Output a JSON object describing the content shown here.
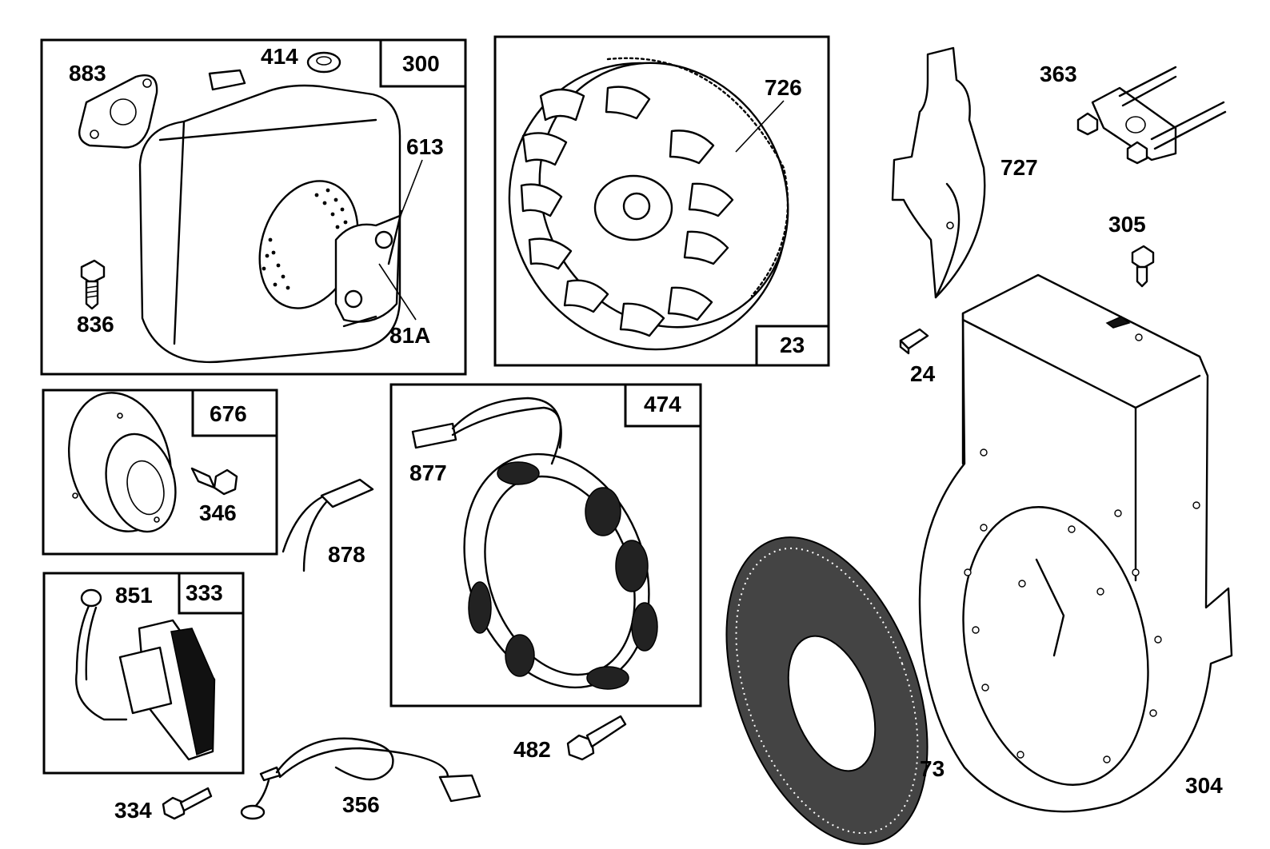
{
  "diagram": {
    "boxed_labels": {
      "muffler_group": "300",
      "flywheel_group": "23",
      "bearing_group": "676",
      "stator_group": "474",
      "armature_group": "333"
    },
    "callouts": {
      "gasket": "883",
      "nut": "414",
      "muffler_screw": "836",
      "deflector": "613",
      "lock_plate": "81A",
      "flywheel": "726",
      "shield": "727",
      "bracket": "363",
      "screw_305": "305",
      "key": "24",
      "screw_346": "346",
      "connector_878": "878",
      "connector_877": "877",
      "spark_plug_boot": "851",
      "screw_482": "482",
      "screw_334": "334",
      "ground_wire": "356",
      "screen": "73",
      "blower_housing": "304"
    }
  }
}
